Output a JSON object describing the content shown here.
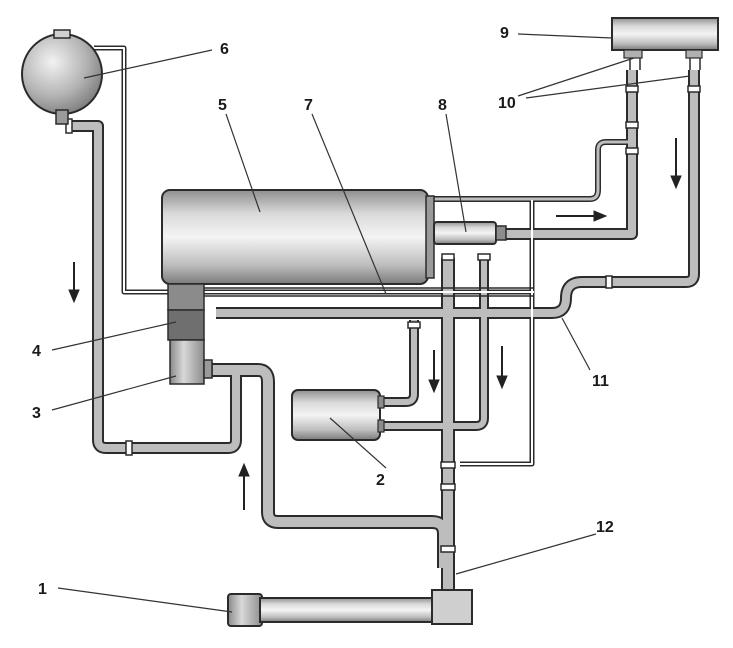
{
  "diagram": {
    "colors": {
      "background": "#ffffff",
      "outline": "#2b2b2b",
      "pipe_fill": "#b9b9b9",
      "component_light": "#e4e4e4",
      "component_mid": "#a9a9a9",
      "component_dark": "#7d7d7d",
      "arrow": "#222222",
      "leader_line": "#333333"
    },
    "callouts": {
      "c1": "1",
      "c2": "2",
      "c3": "3",
      "c4": "4",
      "c5": "5",
      "c6": "6",
      "c7": "7",
      "c8": "8",
      "c9": "9",
      "c10": "10",
      "c11": "11",
      "c12": "12"
    },
    "flow_arrows": {
      "left_down": "down",
      "center_down": "down",
      "center_right_down": "down",
      "bottom_up": "up",
      "top_right": "right",
      "far_right_down": "down"
    }
  }
}
